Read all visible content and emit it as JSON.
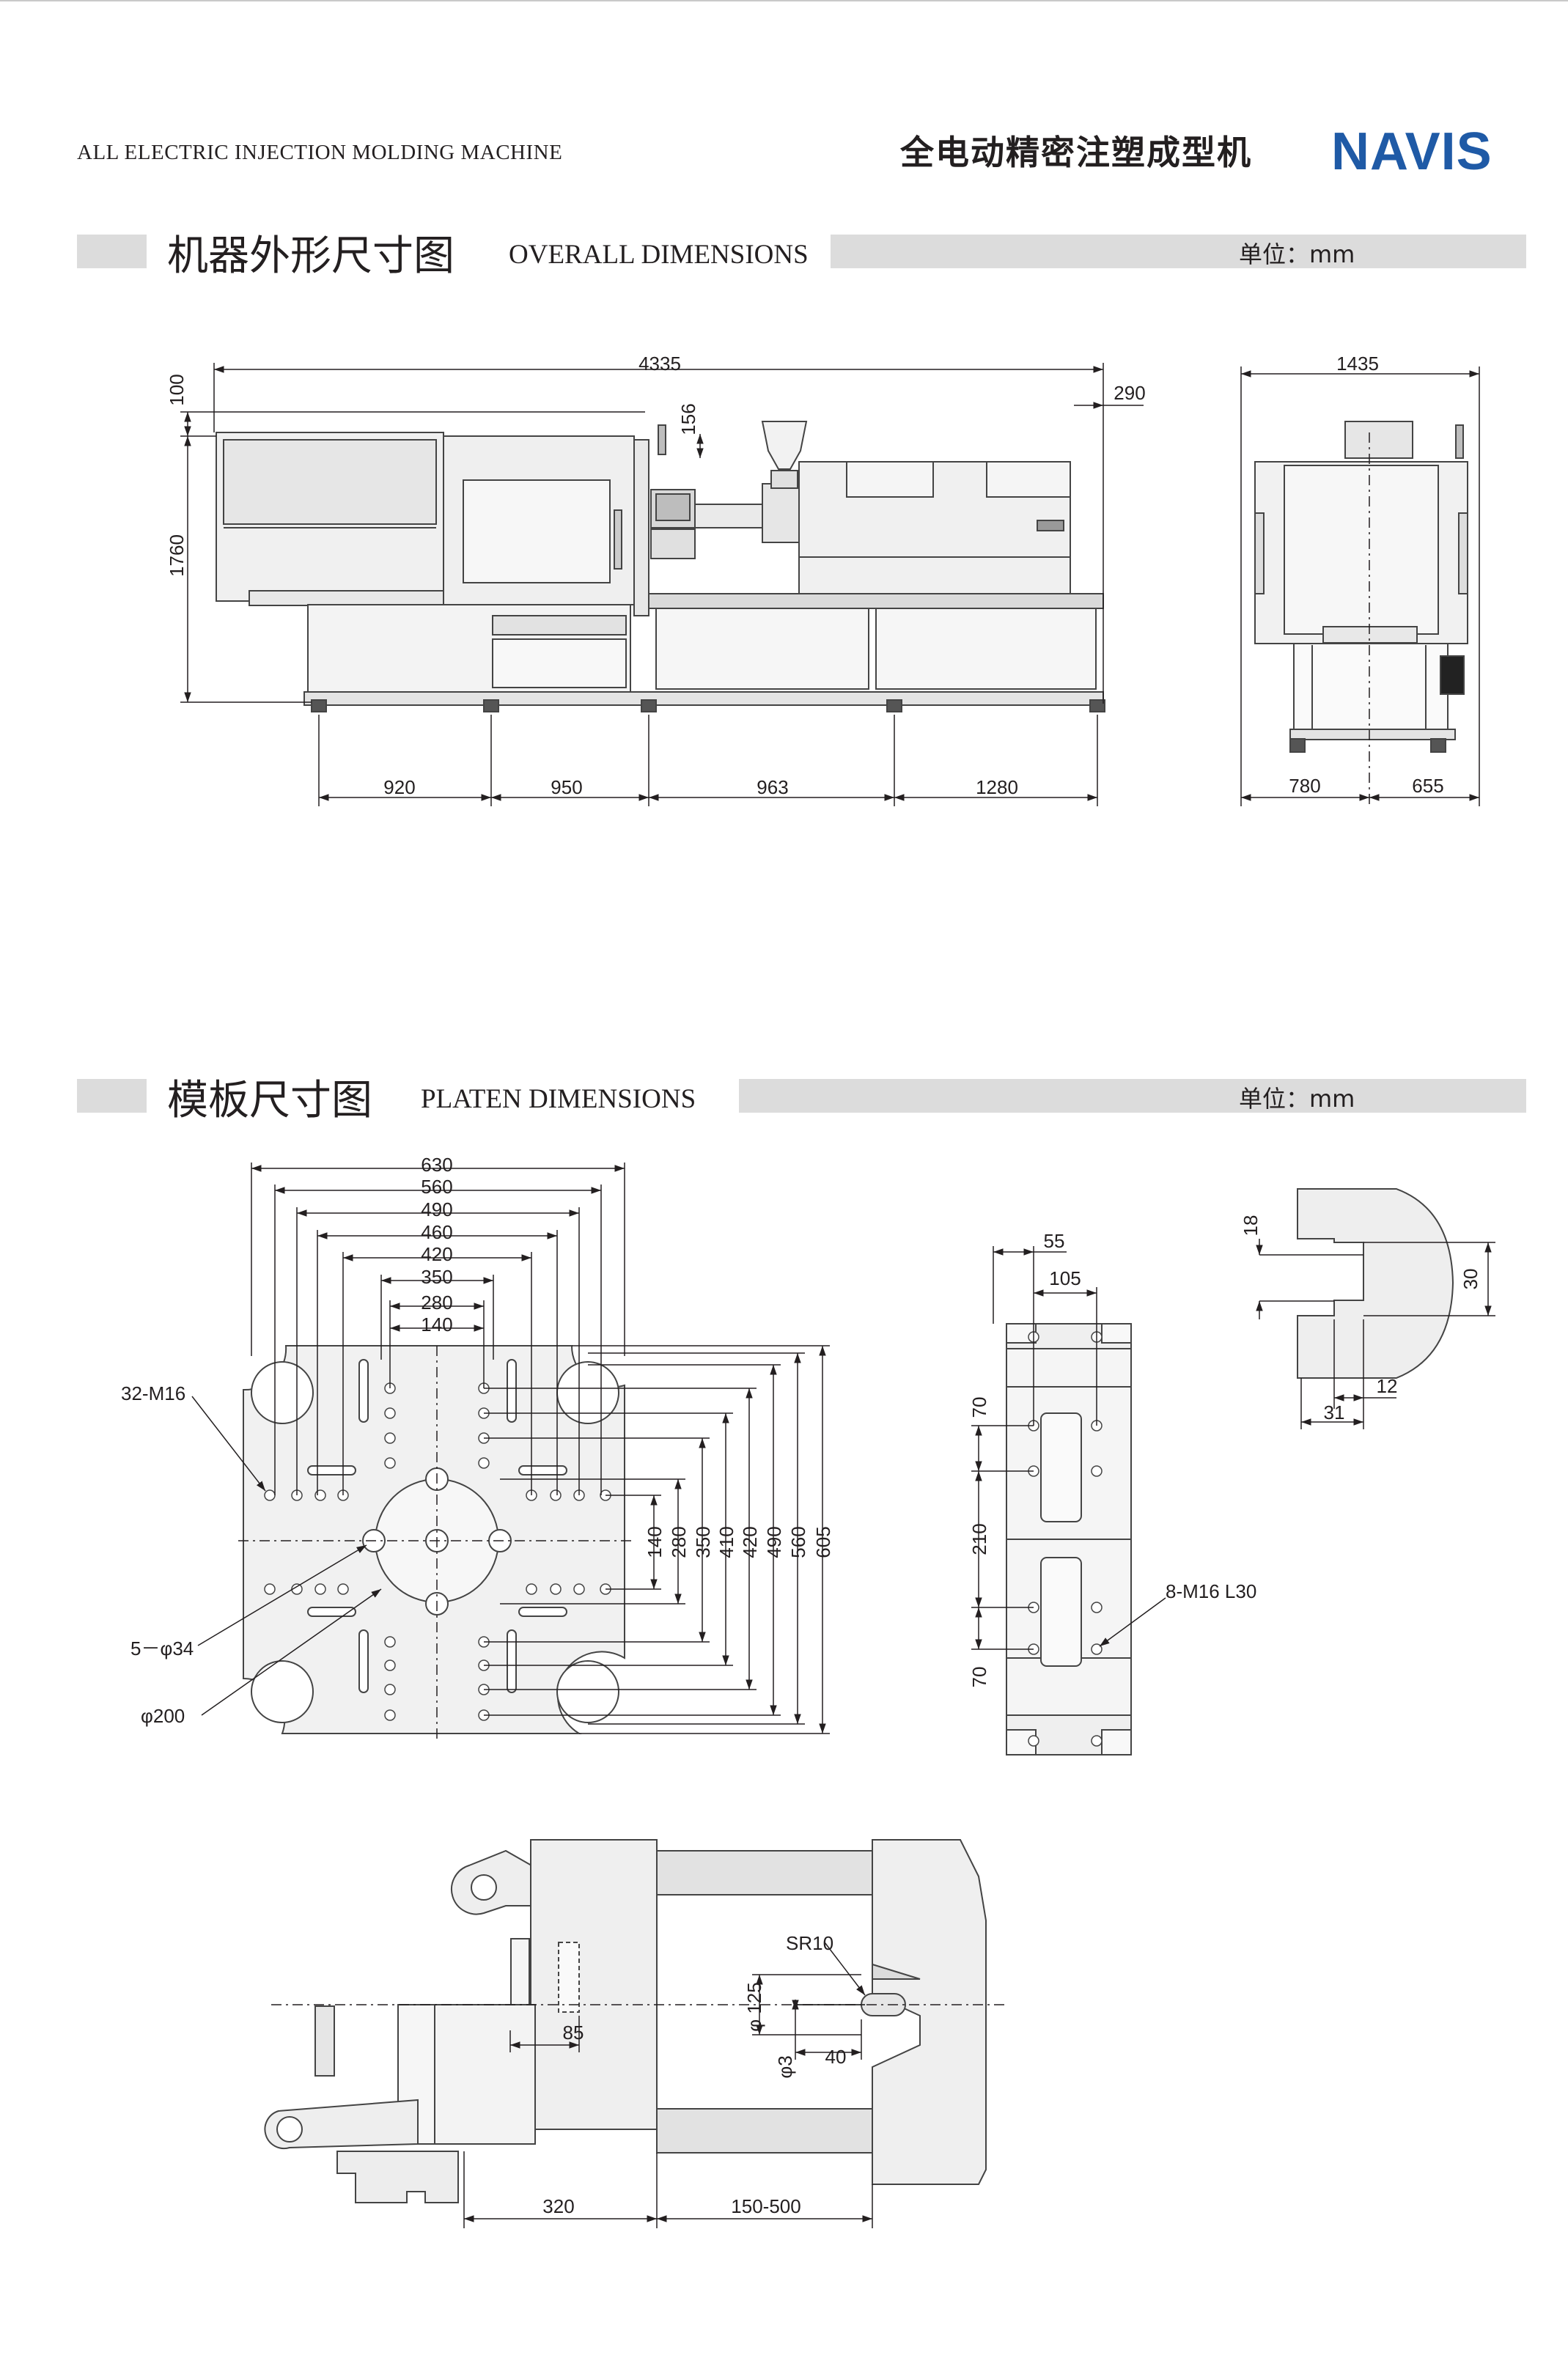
{
  "header": {
    "subtitle_en": "ALL ELECTRIC INJECTION MOLDING MACHINE",
    "title_cn": "全电动精密注塑成型机",
    "brand": "NAVIS",
    "brand_color": "#1f5aa6"
  },
  "section_overall": {
    "title_cn": "机器外形尺寸图",
    "title_en": "OVERALL DIMENSIONS",
    "unit": "单位：mm"
  },
  "section_platen": {
    "title_cn": "模板尺寸图",
    "title_en": "PLATEN DIMENSIONS",
    "unit": "单位：mm"
  },
  "overall": {
    "length": "4335",
    "top_offset": "290",
    "height_top": "100",
    "height": "1760",
    "step": "156",
    "width": "1435",
    "base": [
      "920",
      "950",
      "963",
      "1280"
    ],
    "side_base": [
      "780",
      "655"
    ]
  },
  "platen": {
    "horizontal": [
      "630",
      "560",
      "490",
      "460",
      "420",
      "350",
      "280",
      "140"
    ],
    "vertical": [
      "140",
      "280",
      "350",
      "410",
      "420",
      "490",
      "560",
      "605"
    ],
    "tap_label": "32-M16",
    "hole_label": "5－φ34",
    "ring_label": "φ200"
  },
  "side_plate": {
    "top": [
      "55",
      "105"
    ],
    "left": [
      "70",
      "210",
      "70"
    ],
    "label": "8-M16 L30"
  },
  "tslot": {
    "depth": "18",
    "width": "30",
    "neck": "12",
    "head": "31"
  },
  "mold": {
    "sr": "SR10",
    "dia_big": "φ 125",
    "dia_small": "φ3",
    "len_40": "40",
    "len_85": "85",
    "bottom": [
      "320",
      "150-500"
    ]
  }
}
